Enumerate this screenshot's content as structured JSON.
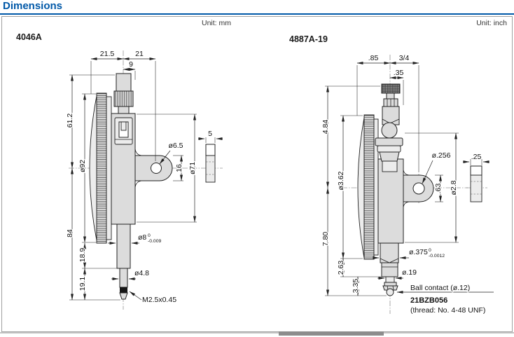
{
  "header": {
    "title": "Dimensions",
    "accent_color": "#0058a8"
  },
  "panels": [
    {
      "unit_label": "Unit: mm",
      "model": "4046A",
      "dims": {
        "top_left": "21.5",
        "top_right": "21",
        "stem_top_width": "9",
        "upper_height": "61.2",
        "lower_height": "84",
        "dial_diameter": "ø92",
        "stem_section": "18.9",
        "travel_section": "19.1",
        "lug_hole": "ø6.5",
        "lug_width": "16",
        "body_diameter": "ø71",
        "lug_thickness": "5",
        "stem_diameter": "ø8",
        "stem_tol_upper": "0",
        "stem_tol_lower": "-0.009",
        "spindle_diameter": "ø4.8",
        "contact_thread": "M2.5x0.45"
      }
    },
    {
      "unit_label": "Unit: inch",
      "model": "4887A-19",
      "dims": {
        "top_left": ".85",
        "top_right": "3/4",
        "stem_top_width": ".35",
        "upper_height": "4.84",
        "lower_height": "7.80",
        "dial_diameter": "ø3.62",
        "stem_section": "2.63",
        "travel_section": "3.35",
        "lug_hole": "ø.256",
        "lug_width": ".63",
        "body_diameter": "ø2.8",
        "lug_thickness": ".25",
        "stem_diameter": "ø.375",
        "stem_tol_upper": "0",
        "stem_tol_lower": "-0.0012",
        "spindle_diameter": "ø.19",
        "contact_note": "Ball contact (ø.12)",
        "contact_part_no": "21BZB056",
        "contact_thread_note": "(thread: No. 4-48 UNF)"
      }
    }
  ]
}
